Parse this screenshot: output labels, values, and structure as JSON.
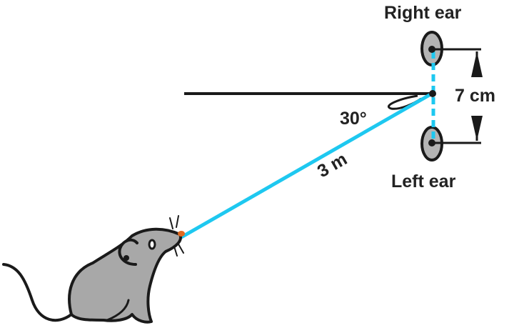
{
  "labels": {
    "right_ear": "Right ear",
    "left_ear": "Left ear",
    "ear_distance": "7 cm",
    "angle": "30°",
    "distance": "3 m"
  },
  "colors": {
    "sound_path": "#1ec8f0",
    "ear_fill": "#b4b4b4",
    "mouse_fill": "#a8a8a8",
    "outline": "#1a1a1a"
  }
}
